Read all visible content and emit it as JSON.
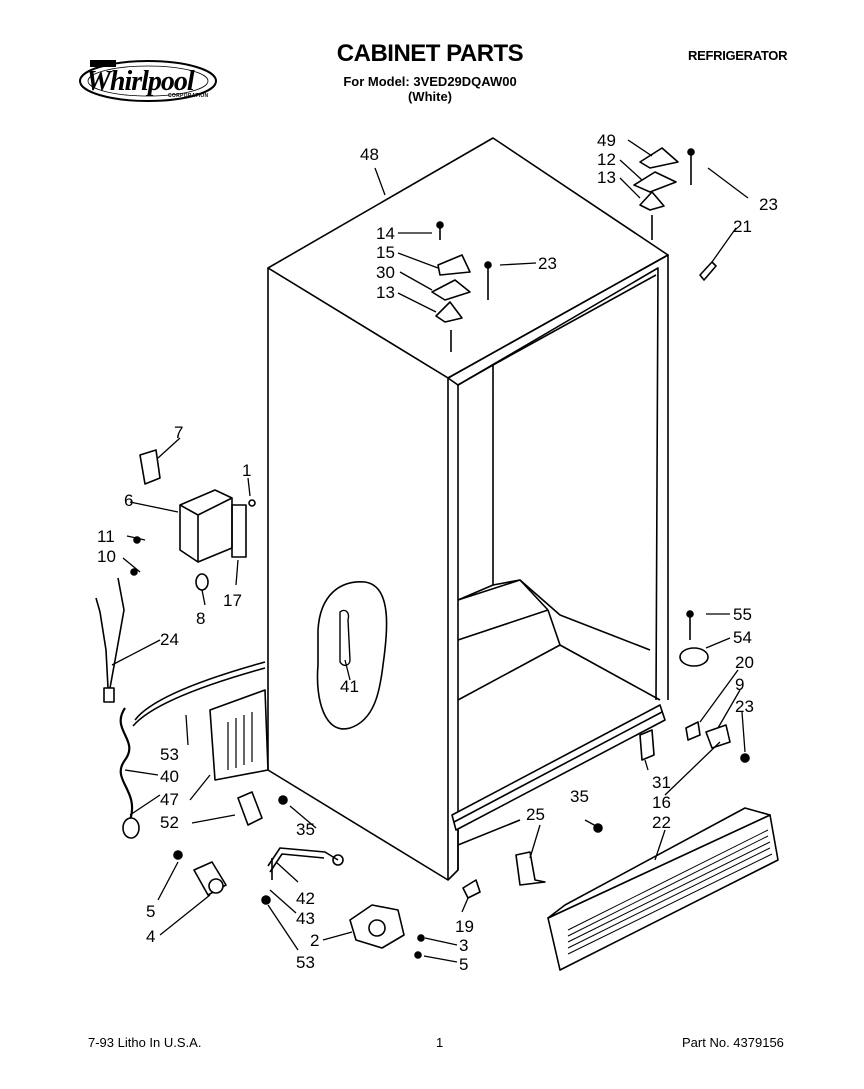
{
  "header": {
    "title": "CABINET PARTS",
    "model_line": "For Model: 3VED29DQAW00",
    "color_line": "(White)",
    "category": "REFRIGERATOR",
    "logo_text": "Whirlpool",
    "logo_sub": "CORPORATION"
  },
  "footer": {
    "litho": "7-93 Litho In U.S.A.",
    "page": "1",
    "part_no": "Part No. 4379156"
  },
  "callouts": [
    "48",
    "49",
    "12",
    "13",
    "23",
    "21",
    "14",
    "15",
    "30",
    "7",
    "1",
    "6",
    "11",
    "10",
    "17",
    "8",
    "24",
    "41",
    "55",
    "54",
    "20",
    "9",
    "53",
    "40",
    "47",
    "52",
    "35",
    "31",
    "16",
    "22",
    "25",
    "5",
    "4",
    "42",
    "43",
    "19",
    "2",
    "3"
  ],
  "colors": {
    "line": "#000000",
    "paper": "#ffffff"
  },
  "icons": [
    "whirlpool-logo",
    "cabinet-illustration",
    "toe-grille",
    "hinge-parts",
    "control-box",
    "wire-harness"
  ]
}
